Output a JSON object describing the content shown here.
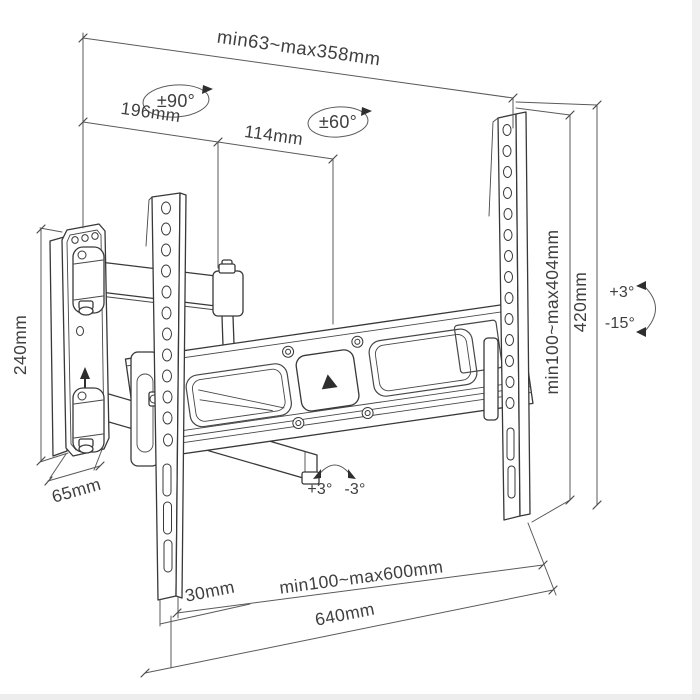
{
  "labels": {
    "extension_range": "min63~max358mm",
    "swivel_main": "±90°",
    "swivel_secondary": "±60°",
    "arm_segment_wall": "196mm",
    "arm_segment_front": "114mm",
    "wall_plate_height": "240mm",
    "wall_plate_depth": "65mm",
    "rail_edge_offset": "30mm",
    "vesa_width_range": "min100~max600mm",
    "rail_total_width": "640mm",
    "vesa_height_range": "min100~max404mm",
    "rail_total_height": "420mm",
    "tilt_up": "+3°",
    "tilt_down": "-15°",
    "level_adjust_plus": "+3°",
    "level_adjust_minus": "-3°"
  },
  "icons": {
    "wall_plate_arrow": "arrow-up",
    "vesa_plate_arrow": "arrow-up"
  },
  "colors": {
    "line": "#3a3a3a",
    "text": "#3f3f3f",
    "background": "#ffffff"
  }
}
